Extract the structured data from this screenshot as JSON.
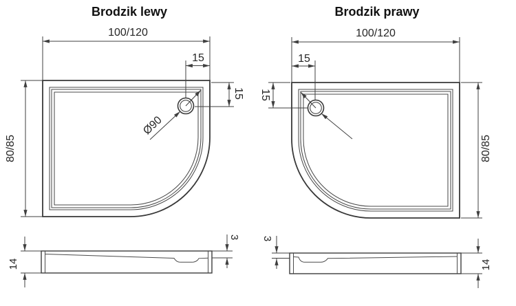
{
  "colors": {
    "line": "#3f3f3f",
    "text": "#262626",
    "background": "#ffffff"
  },
  "left_drawing": {
    "title": "Brodzik lewy",
    "top_view": {
      "width": "100/120",
      "height": "80/85",
      "drain_offset_horizontal": "15",
      "drain_offset_vertical": "15",
      "drain_diameter": "Ø90"
    },
    "side_view": {
      "height": "14",
      "rim_height": "3"
    }
  },
  "right_drawing": {
    "title": "Brodzik prawy",
    "top_view": {
      "width": "100/120",
      "height": "80/85",
      "drain_offset_horizontal": "15",
      "drain_offset_vertical": "15"
    },
    "side_view": {
      "height": "14",
      "rim_height": "3"
    }
  }
}
